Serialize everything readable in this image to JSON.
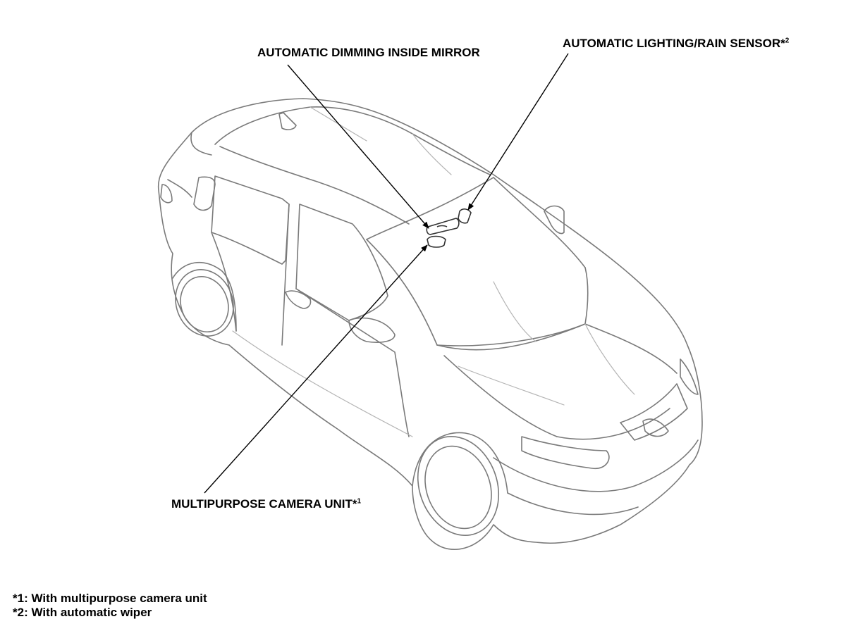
{
  "callouts": {
    "mirror": {
      "text": "AUTOMATIC DIMMING INSIDE MIRROR",
      "marker": ""
    },
    "sensor": {
      "text": "AUTOMATIC LIGHTING/RAIN SENSOR*",
      "marker": "2"
    },
    "camera": {
      "text": "MULTIPURPOSE CAMERA UNIT*",
      "marker": "1"
    }
  },
  "footnotes": [
    "*1: With multipurpose camera unit",
    "*2: With automatic wiper"
  ],
  "colors": {
    "outline": "#7a7a7a",
    "detail": "#b4b4b4",
    "leader": "#000000",
    "background": "#ffffff"
  }
}
